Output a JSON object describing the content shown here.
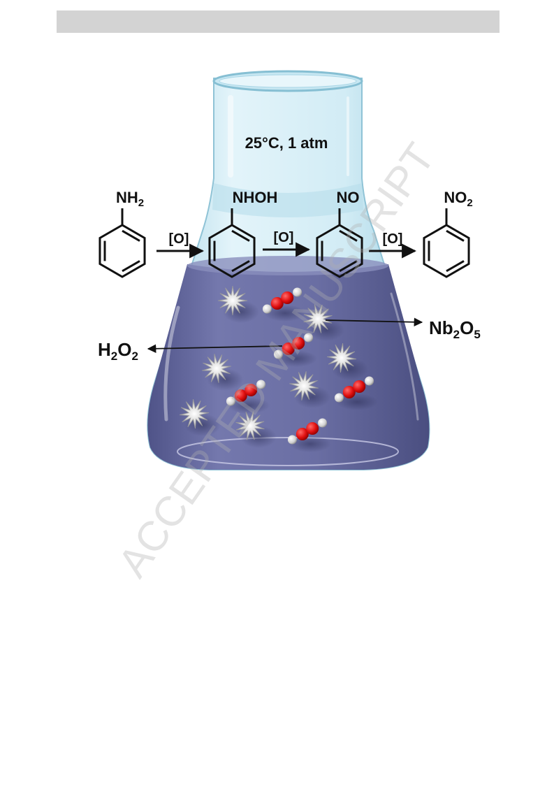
{
  "watermark": "ACCEPTED MANUSCRIPT",
  "conditions": "25°C, 1 atm",
  "reaction": {
    "oxidant_label": "[O]",
    "species": [
      {
        "name": "aniline",
        "substituent_main": "NH",
        "substituent_sub": "2"
      },
      {
        "name": "phenylhydroxylamine",
        "substituent_main": "NHOH",
        "substituent_sub": ""
      },
      {
        "name": "nitrosobenzene",
        "substituent_main": "NO",
        "substituent_sub": ""
      },
      {
        "name": "nitrobenzene",
        "substituent_main": "NO",
        "substituent_sub": "2"
      }
    ]
  },
  "labels": {
    "catalyst": {
      "parts": [
        "Nb",
        "2",
        "O",
        "5"
      ]
    },
    "oxidant": {
      "parts": [
        "H",
        "2",
        "O",
        "2"
      ]
    }
  },
  "colors": {
    "header_bar": "#d3d3d3",
    "flask_glass": "#cfe9f2",
    "liquid": "#6e72a6",
    "oxygen_atom": "#e01010",
    "hydrogen_atom": "#d9d9d9",
    "catalyst_star": "#c8c8c8"
  }
}
